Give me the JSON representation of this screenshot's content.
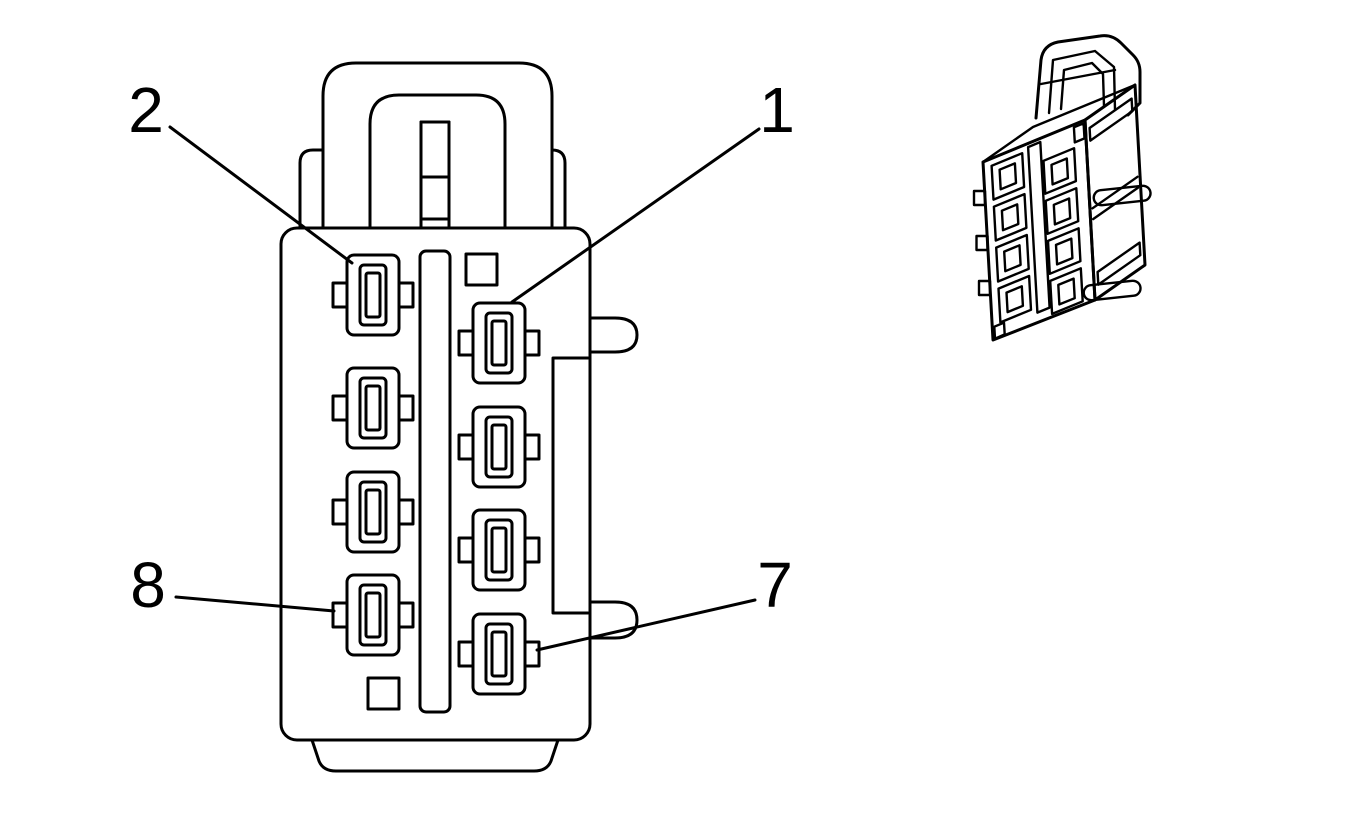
{
  "figure": {
    "background_color": "#ffffff",
    "line_color": "#000000",
    "cavity_count": 8,
    "views": [
      {
        "name": "connector-face-view"
      },
      {
        "name": "connector-perspective-view"
      }
    ],
    "callouts": [
      {
        "label": "1",
        "points_to": "upper-right-cavity"
      },
      {
        "label": "2",
        "points_to": "upper-left-cavity"
      },
      {
        "label": "7",
        "points_to": "lower-right-cavity"
      },
      {
        "label": "8",
        "points_to": "lower-left-cavity"
      }
    ]
  }
}
